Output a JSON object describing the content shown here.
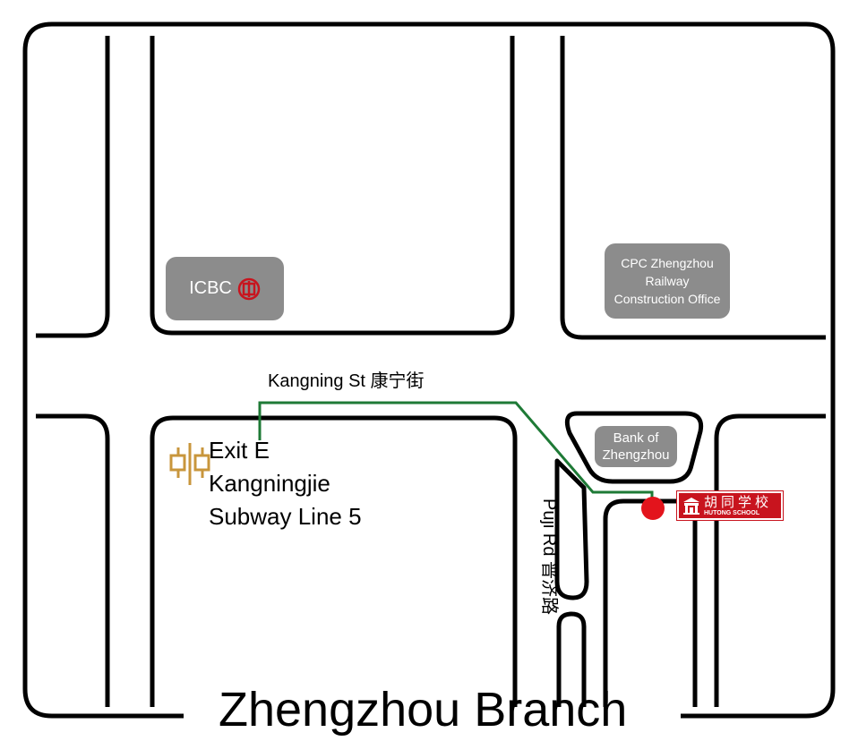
{
  "title": "Zhengzhou Branch",
  "streets": {
    "kangning": "Kangning St 康宁街",
    "puji": "Puji Rd 普济路"
  },
  "subway": {
    "exit": "Exit E",
    "station": "Kangningjie",
    "line": "Subway Line 5",
    "icon": "subway-logo-icon"
  },
  "landmarks": {
    "icbc": "ICBC",
    "cpc": [
      "CPC Zhengzhou",
      "Railway",
      "Construction Office"
    ],
    "bank": [
      "Bank of",
      "Zhengzhou"
    ]
  },
  "school": {
    "name_cn": "胡同学校",
    "name_en": "HUTONG SCHOOL",
    "icon": "hutong-gate-icon"
  },
  "colors": {
    "route": "#1e7a36",
    "destination": "#e3141c",
    "landmark_box": "#8c8c8c",
    "icbc_red": "#c8141e",
    "subway_gold": "#c8963c"
  }
}
